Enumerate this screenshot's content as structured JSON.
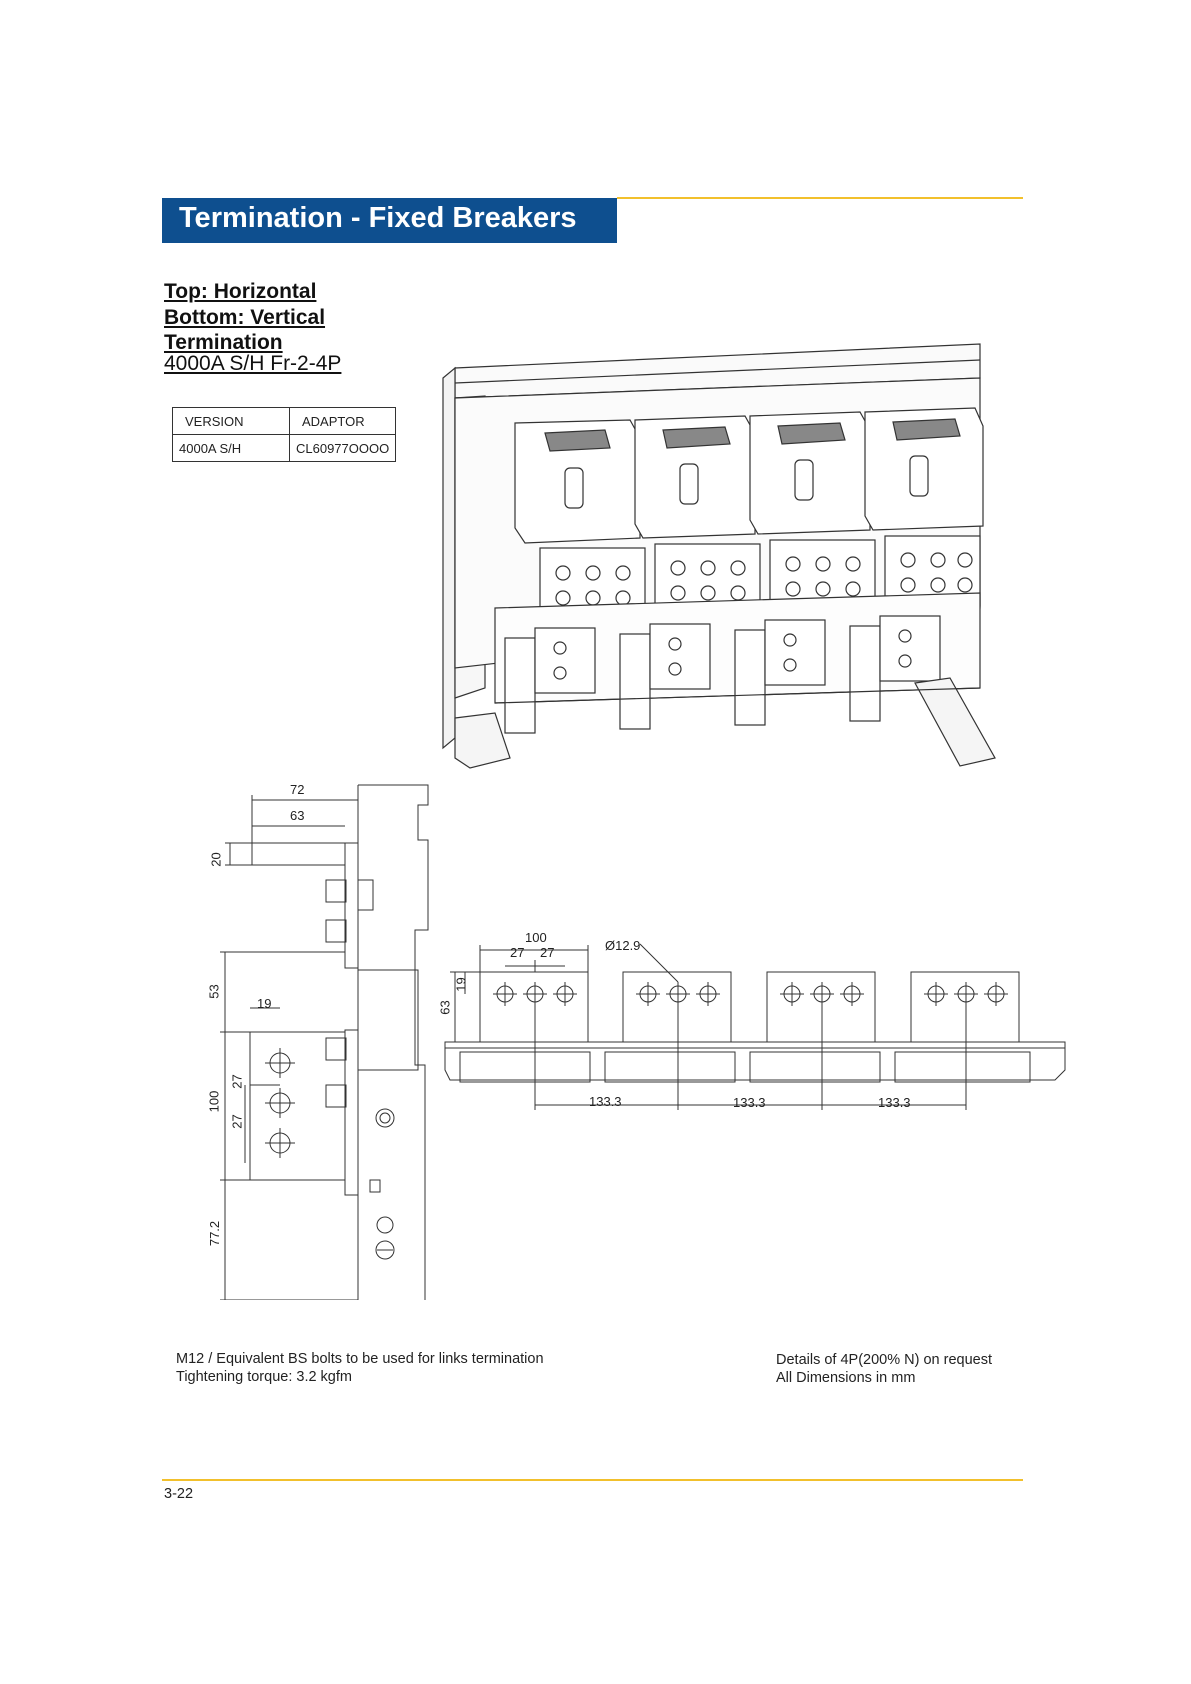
{
  "header": {
    "title": "Termination - Fixed Breakers"
  },
  "heading": {
    "line1": "Top: Horizontal",
    "line2": "Bottom: Vertical",
    "line3": "Termination",
    "subtitle": "4000A S/H Fr-2-4P"
  },
  "version_table": {
    "headers": [
      "VERSION",
      "ADAPTOR"
    ],
    "rows": [
      [
        "4000A S/H",
        "CL60977OOOO"
      ]
    ]
  },
  "side_view_dims": {
    "d72": "72",
    "d63": "63",
    "d20": "20",
    "d53": "53",
    "d19": "19",
    "d100": "100",
    "d27a": "27",
    "d27b": "27",
    "d77_2": "77.2"
  },
  "front_view_dims": {
    "d100": "100",
    "d27a": "27",
    "d27b": "27",
    "hole": "Ø12.9",
    "d19": "19",
    "d63": "63",
    "pitch1": "133.3",
    "pitch2": "133.3",
    "pitch3": "133.3"
  },
  "notes": {
    "left_line1": "M12 / Equivalent BS bolts to be used for links termination",
    "left_line2": "Tightening torque: 3.2 kgfm",
    "right_line1": "Details of 4P(200% N) on request",
    "right_line2": "All Dimensions in mm"
  },
  "footer": {
    "page_number": "3-22"
  },
  "colors": {
    "title_bg": "#0e4f8f",
    "rule": "#f2c02c"
  }
}
